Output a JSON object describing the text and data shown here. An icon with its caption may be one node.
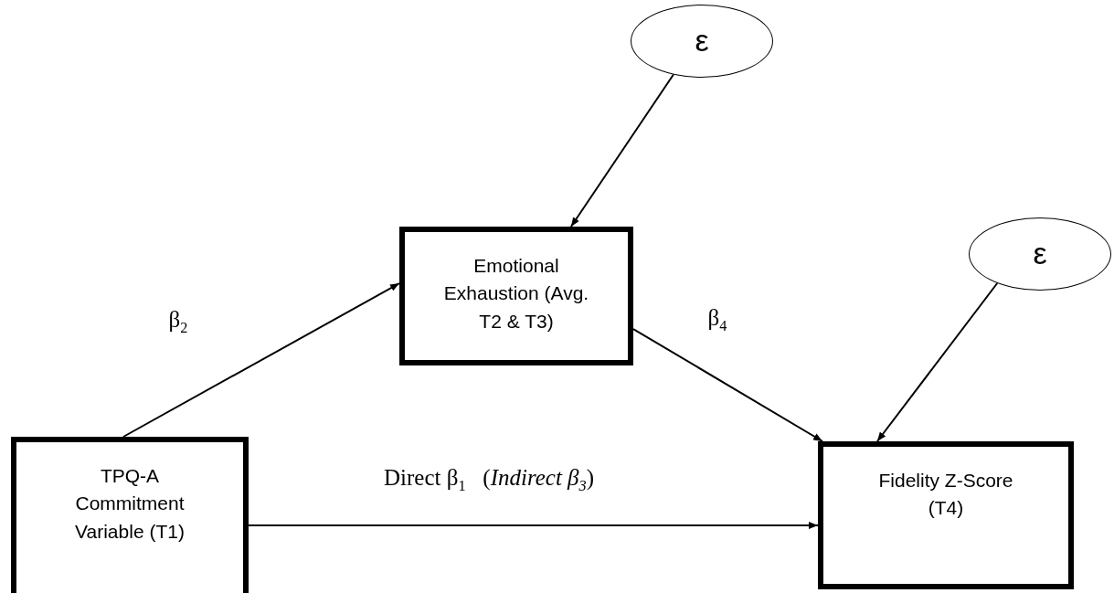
{
  "diagram": {
    "nodes": [
      {
        "text": [
          "ε"
        ]
      },
      {
        "text": [
          "Emotional Exhaustion (Avg. T2 & T3)"
        ]
      },
      {
        "text": [
          "ε"
        ]
      },
      {
        "text": [
          "TPQ-A Commitment Variable (T1)"
        ]
      },
      {
        "text": [
          "Fidelity Z-Score (T4)"
        ]
      }
    ],
    "edges": [
      {
        "from": 0,
        "to": 1,
        "arrow": "to"
      },
      {
        "from": 3,
        "to": 1,
        "arrow": "to",
        "label": "β$_{2}$"
      },
      {
        "from": 1,
        "to": 4,
        "arrow": "to",
        "label": "β$_{4}$"
      },
      {
        "from": 2,
        "to": 4,
        "arrow": "to"
      },
      {
        "from": 3,
        "to": 4,
        "arrow": "to",
        "label": "Direct β$_{1}$   (*Indirect β$_{3}$*)"
      }
    ]
  }
}
